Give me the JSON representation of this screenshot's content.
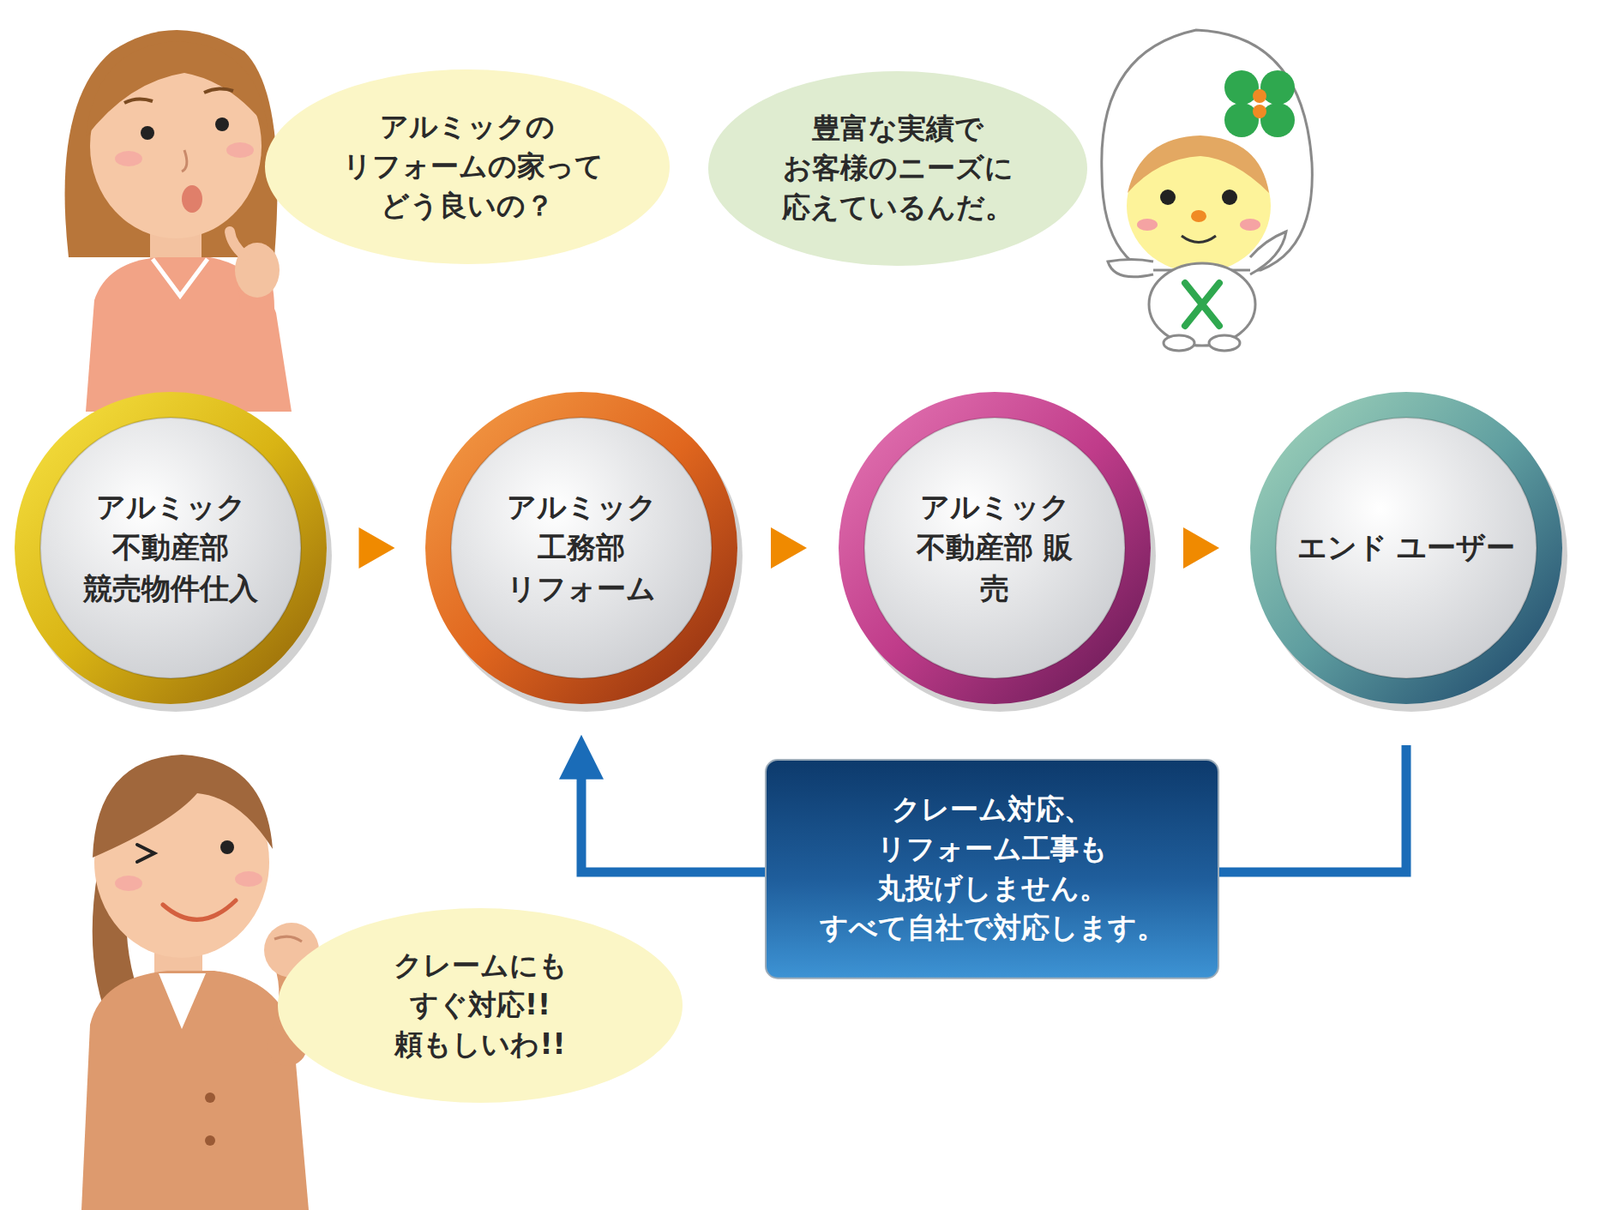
{
  "diagram": {
    "nodes": [
      {
        "text": [
          "アルミックの リフォームの家って どう良いの？"
        ]
      },
      {
        "text": [
          "豊富な実績で お客様のニーズに 応えているんだ。"
        ]
      },
      {
        "text": [
          "アルミック 不動産部 競売物件仕入"
        ]
      },
      {
        "text": [
          "アルミック 工務部 リフォーム"
        ]
      },
      {
        "text": [
          "アルミック 不動産部 販　売"
        ]
      },
      {
        "text": [
          "エンド ユーザー"
        ]
      },
      {
        "text": [
          "クレーム対応、 リフォーム工事も 丸投げしません。 すべて自社で対応します。"
        ]
      },
      {
        "text": [
          "クレームにも すぐ対応!! 頼もしいわ!!"
        ]
      }
    ],
    "edges": [
      {
        "from": 2,
        "to": 3,
        "arrow": "to"
      },
      {
        "from": 3,
        "to": 4,
        "arrow": "to"
      },
      {
        "from": 4,
        "to": 5,
        "arrow": "to"
      },
      {
        "from": 5,
        "to": 3,
        "arrow": "to"
      }
    ]
  }
}
